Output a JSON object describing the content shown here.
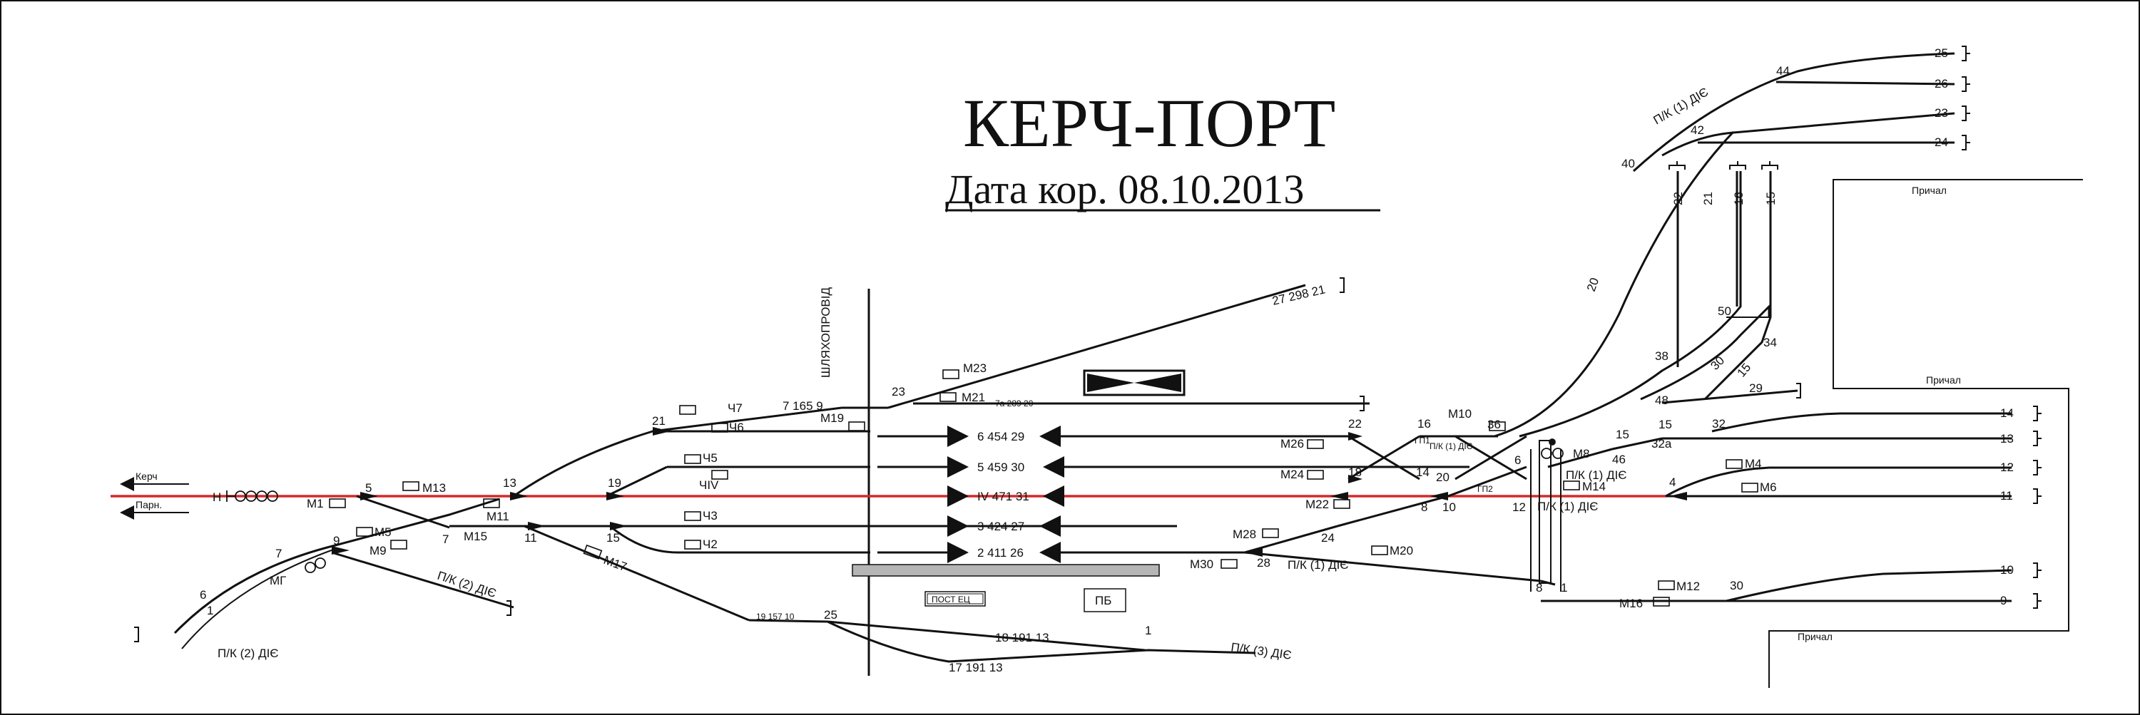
{
  "header": {
    "title": "КЕРЧ-ПОРТ",
    "date_label": "Дата кор. 08.10.2013"
  },
  "overpass_label": "ШЛЯХОПРОВІД",
  "directions": {
    "kerch": "Керч",
    "even": "Парн."
  },
  "tracks": [
    {
      "label": "6 454 29"
    },
    {
      "label": "5 459 30"
    },
    {
      "label": "IV 471 31"
    },
    {
      "label": "3 424 27"
    },
    {
      "label": "2 411 26"
    },
    {
      "label": "7 165 9"
    },
    {
      "label": "7а 289 20"
    },
    {
      "label": "27 298 21"
    },
    {
      "label": "19 157 10"
    },
    {
      "label": "18 191 13"
    },
    {
      "label": "17 191 13"
    }
  ],
  "switches": [
    "1",
    "5",
    "6",
    "7",
    "9",
    "10",
    "11",
    "12",
    "13",
    "14",
    "15",
    "16",
    "18",
    "19",
    "20",
    "21",
    "22",
    "23",
    "24",
    "25",
    "28",
    "29",
    "30",
    "32",
    "32а",
    "34",
    "36",
    "38",
    "40",
    "42",
    "44",
    "46",
    "48",
    "50",
    "8",
    "4",
    "42"
  ],
  "signals": [
    "Н",
    "М1",
    "М13",
    "М11",
    "М15",
    "М5",
    "М9",
    "МГ",
    "М17",
    "Ч7",
    "Ч6",
    "Ч5",
    "ЧIV",
    "Ч3",
    "Ч2",
    "М19",
    "М21",
    "М23",
    "М26",
    "М24",
    "М22",
    "М28",
    "М30",
    "М20",
    "М10",
    "М8",
    "М14",
    "М4",
    "М6",
    "М12",
    "М16",
    "ГП1",
    "ГП2"
  ],
  "dead_ends": [
    "25",
    "26",
    "23",
    "24",
    "22",
    "21",
    "16",
    "15",
    "14",
    "13",
    "12",
    "11",
    "10",
    "9"
  ],
  "pk_labels": {
    "pk2_left": "П/К (2) ДІЄ",
    "pk2_mid": "П/К (2) ДІЄ",
    "pk3": "П/К (3) ДІЄ",
    "pk1_a": "П/К (1) ДІЄ",
    "pk1_b": "П/К (1) ДІЄ",
    "pk1_c": "П/К (1) ДІЄ",
    "pk1_d": "П/К (1) ДІЄ",
    "pk1_top": "П/К (1) ДІЄ"
  },
  "buildings": {
    "post": "ПОСТ ЕЦ",
    "pb": "ПБ"
  },
  "berths": [
    "Причал",
    "Причал",
    "Причал"
  ],
  "colors": {
    "main_track": "#d42a2a",
    "track": "#111111",
    "platform": "#b5b5b5"
  }
}
